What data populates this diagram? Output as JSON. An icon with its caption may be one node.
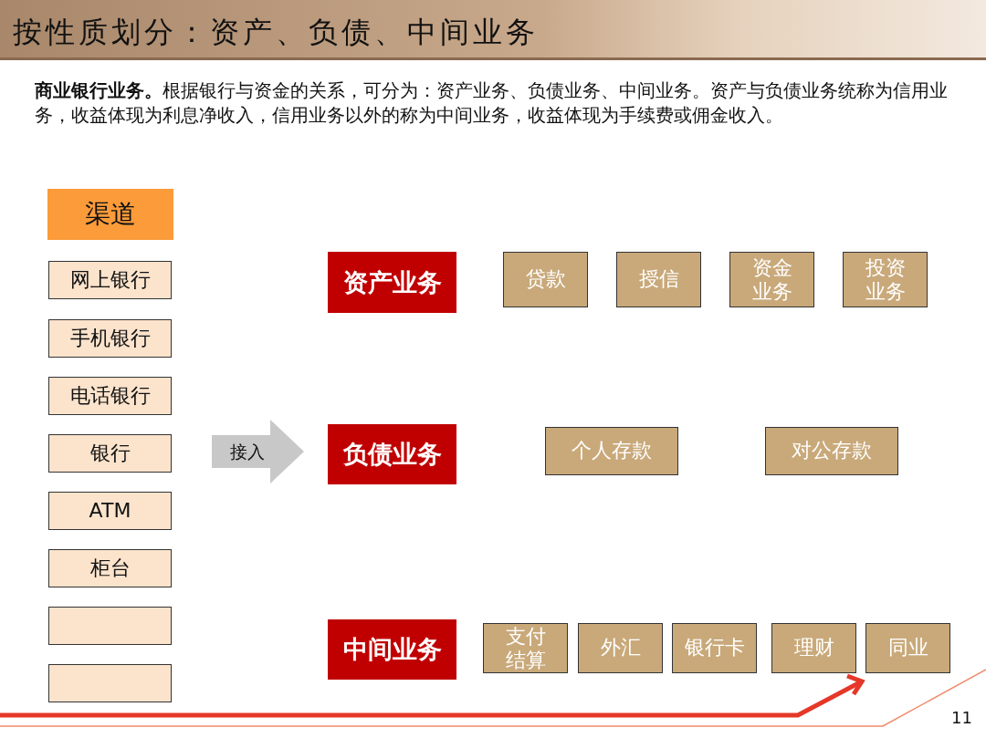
{
  "diagram": {
    "title": "按性质划分：资产、负债、中间业务",
    "nodes": [
      {
        "text": [
          "渠道"
        ]
      },
      {
        "text": [
          "网上银行"
        ]
      },
      {
        "text": [
          "手机银行"
        ]
      },
      {
        "text": [
          "电话银行"
        ]
      },
      {
        "text": [
          "银行"
        ]
      },
      {
        "text": [
          "ATM"
        ]
      },
      {
        "text": [
          "柜台"
        ]
      },
      {
        "text": [],
        "shape": "box"
      },
      {
        "text": [],
        "shape": "box"
      },
      {
        "text": [
          "接入"
        ]
      },
      {
        "text": [
          "资产业务"
        ]
      },
      {
        "text": [
          "贷款"
        ]
      },
      {
        "text": [
          "授信"
        ]
      },
      {
        "text": [
          "资金业务"
        ]
      },
      {
        "text": [
          "投资业务"
        ]
      },
      {
        "text": [
          "负债业务"
        ]
      },
      {
        "text": [
          "个人存款"
        ]
      },
      {
        "text": [
          "对公存款"
        ]
      },
      {
        "text": [
          "中间业务"
        ]
      },
      {
        "text": [
          "支付结算"
        ]
      },
      {
        "text": [
          "外汇"
        ]
      },
      {
        "text": [
          "银行卡"
        ]
      },
      {
        "text": [
          "理财"
        ]
      },
      {
        "text": [
          "同业"
        ]
      }
    ],
    "labels": [
      "**商业银行业务。**根据银行与资金的关系，可分为：资产业务、负债业务、中间业务。资产与负债业务统称为信用业务，收益体现为利息净收入，信用业务以外的称为中间业务，收益体现为手续费或佣金收入。",
      "11"
    ]
  }
}
